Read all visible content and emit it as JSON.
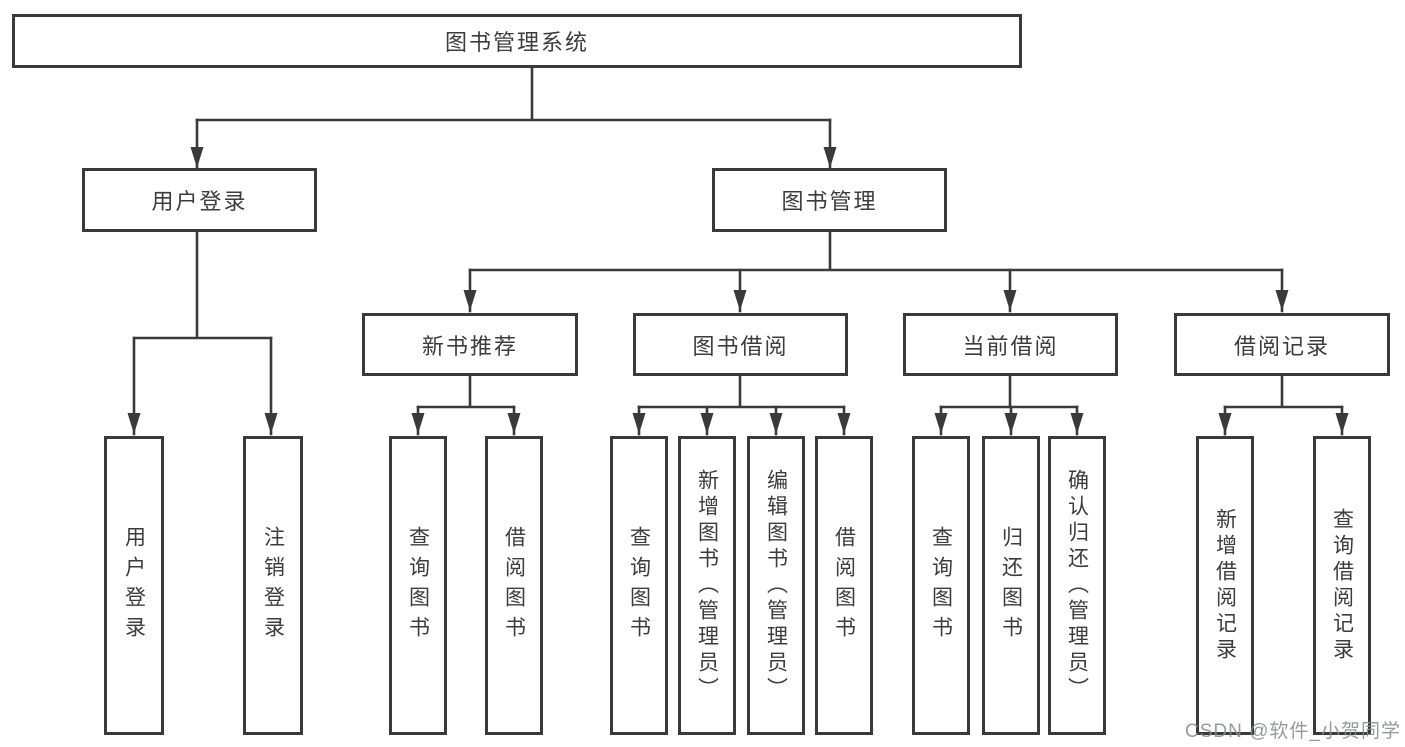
{
  "nodes": {
    "root": "图书管理系统",
    "user_login_group": "用户登录",
    "book_mgmt": "图书管理",
    "new_book_rec": "新书推荐",
    "book_borrow": "图书借阅",
    "current_borrow": "当前借阅",
    "borrow_records": "借阅记录",
    "user_login": "用户登录",
    "logout": "注销登录",
    "query_books_rec": "查询图书",
    "borrow_books_rec": "借阅图书",
    "query_books_borrow": "查询图书",
    "add_books_admin": "新增图书（管理员）",
    "edit_books_admin": "编辑图书（管理员）",
    "borrow_books_borrow": "借阅图书",
    "query_books_current": "查询图书",
    "return_books": "归还图书",
    "confirm_return_admin": "确认归还（管理员）",
    "add_borrow_record": "新增借阅记录",
    "query_borrow_record": "查询借阅记录"
  },
  "hierarchy": {
    "图书管理系统": {
      "用户登录": [
        "用户登录",
        "注销登录"
      ],
      "图书管理": {
        "新书推荐": [
          "查询图书",
          "借阅图书"
        ],
        "图书借阅": [
          "查询图书",
          "新增图书（管理员）",
          "编辑图书（管理员）",
          "借阅图书"
        ],
        "当前借阅": [
          "查询图书",
          "归还图书",
          "确认归还（管理员）"
        ],
        "借阅记录": [
          "新增借阅记录",
          "查询借阅记录"
        ]
      }
    }
  },
  "watermark": "CSDN @软件_小贺同学",
  "colors": {
    "line": "#3a3a3a",
    "text": "#3c3c3c",
    "background": "#ffffff",
    "watermark": "#8c8e94"
  }
}
